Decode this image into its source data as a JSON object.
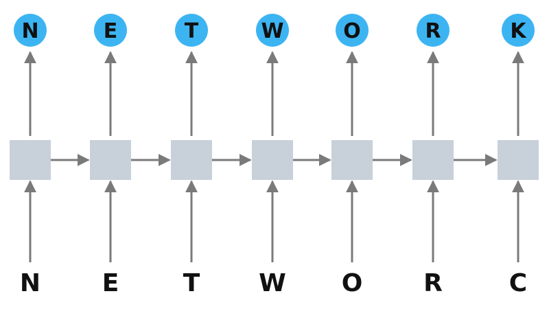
{
  "diagram": {
    "colors": {
      "output_node": "#3db4f2",
      "hidden_cell": "#c8d0da",
      "arrow": "#7a7a7a",
      "text": "#111111"
    },
    "steps": [
      {
        "input": "N",
        "output": "N"
      },
      {
        "input": "E",
        "output": "E"
      },
      {
        "input": "T",
        "output": "T"
      },
      {
        "input": "W",
        "output": "W"
      },
      {
        "input": "O",
        "output": "O"
      },
      {
        "input": "R",
        "output": "R"
      },
      {
        "input": "C",
        "output": "K"
      }
    ]
  }
}
